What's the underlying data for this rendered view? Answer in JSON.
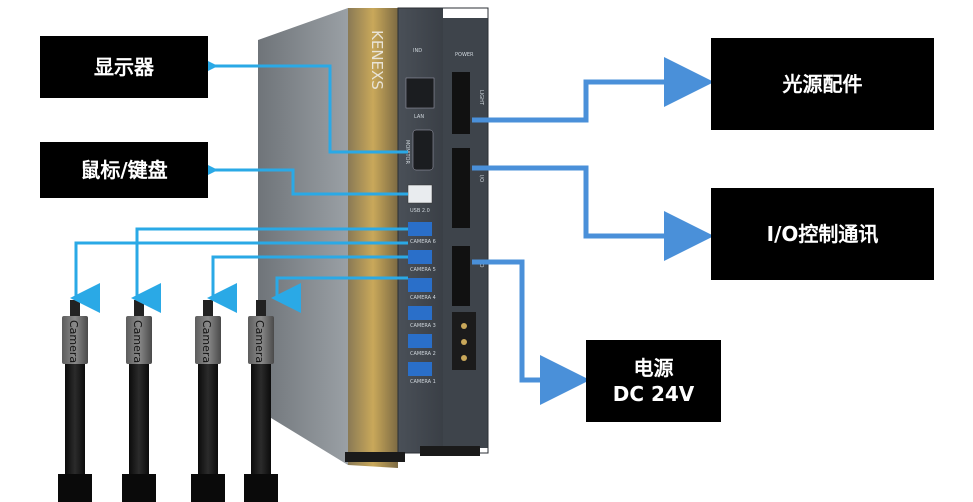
{
  "labels": {
    "display": "显示器",
    "mouse_keyboard": "鼠标/键盘",
    "light_accessory": "光源配件",
    "io_comm": "I/O控制通讯",
    "power_line1": "电源",
    "power_line2": "DC 24V"
  },
  "device": {
    "brand": "KENEXS",
    "panel_ind": "IND",
    "panel_power": "POWER",
    "port_lan": "LAN",
    "port_monitor": "MONITOR",
    "port_usb": "USB 2.0",
    "port_cam6": "CAMERA 6",
    "port_cam5": "CAMERA 5",
    "port_cam4": "CAMERA 4",
    "port_cam3": "CAMERA 3",
    "port_cam2": "CAMERA 2",
    "port_cam1": "CAMERA 1",
    "term_light": "LIGHT",
    "term_io": "I/O",
    "term_io2": "IO"
  },
  "cameras": {
    "c1": "Camera",
    "c2": "Camera",
    "c3": "Camera",
    "c4": "Camera"
  },
  "colors": {
    "arrow": "#2aa9e6",
    "arrow_right": "#4a90d9",
    "box": "#000000"
  }
}
